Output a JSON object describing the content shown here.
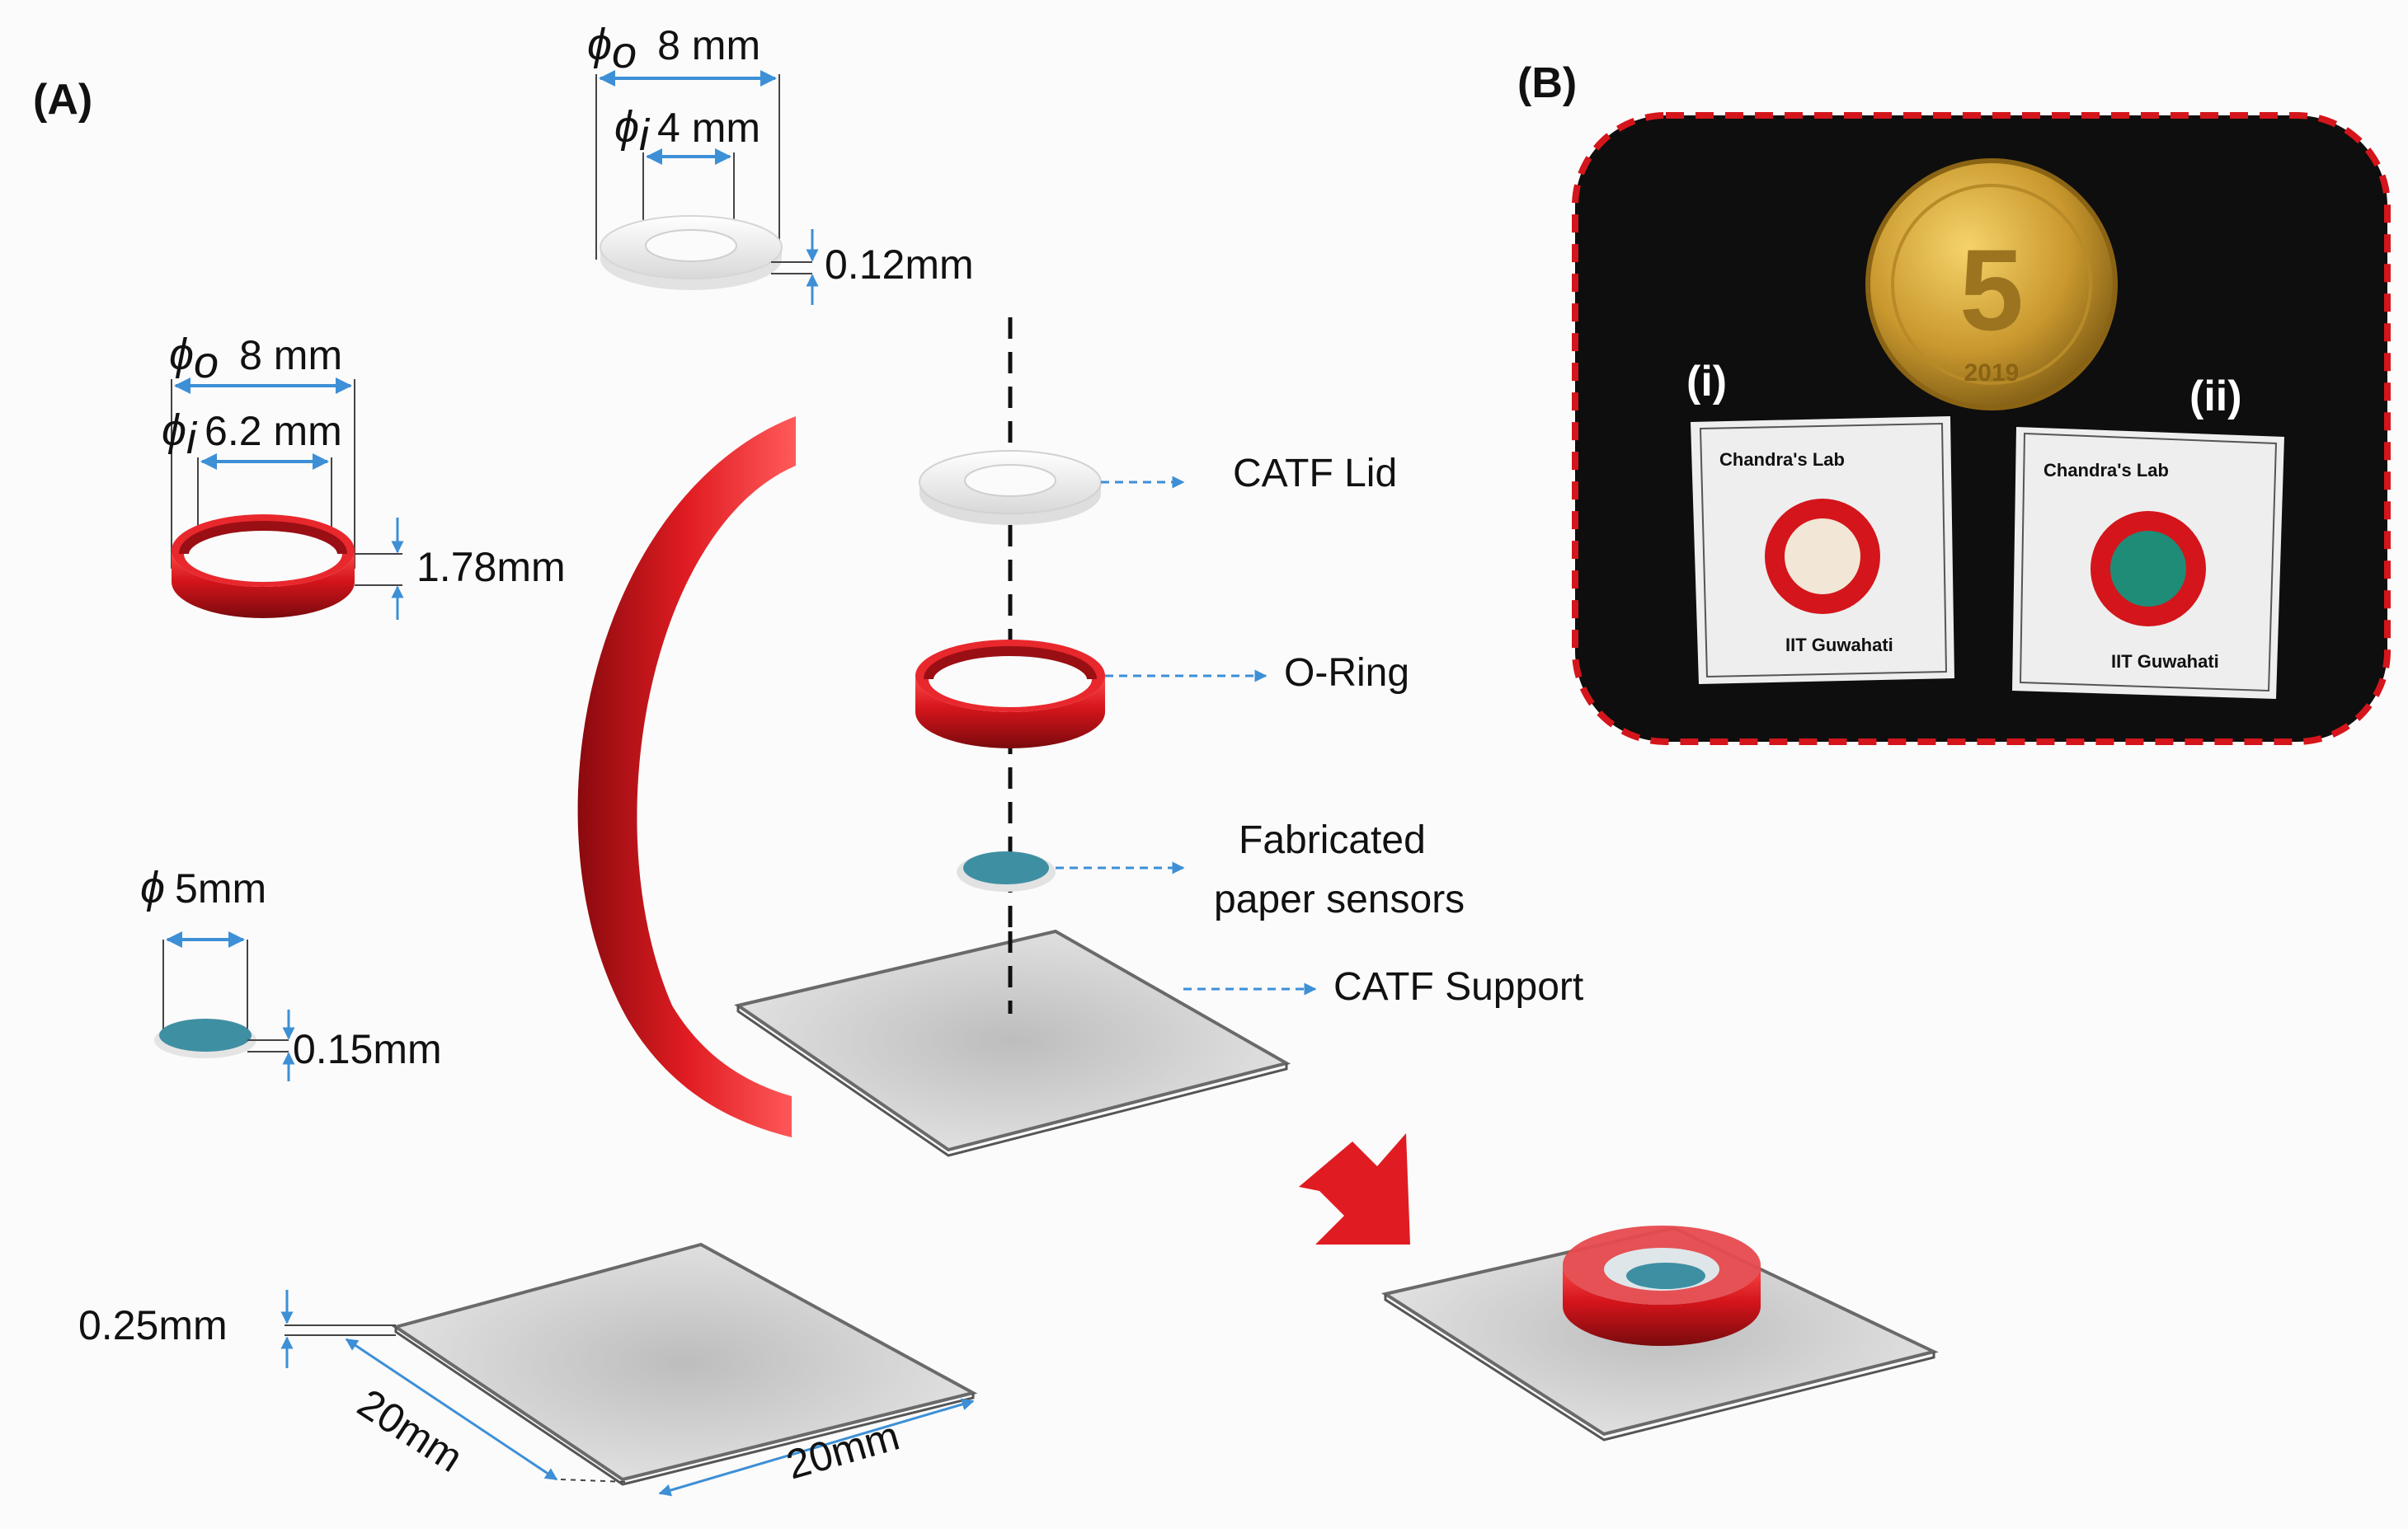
{
  "panels": {
    "a_label": "(A)",
    "b_label": "(B)"
  },
  "lid_dims": {
    "phi_o_symbol": "ϕ",
    "phi_o_sub": "o",
    "phi_o_value": "8 mm",
    "phi_i_symbol": "ϕ",
    "phi_i_sub": "i",
    "phi_i_value": "4 mm",
    "thickness": "0.12mm"
  },
  "oring_dims": {
    "phi_o_symbol": "ϕ",
    "phi_o_sub": "o",
    "phi_o_value": "8 mm",
    "phi_i_symbol": "ϕ",
    "phi_i_sub": "i",
    "phi_i_value": "6.2 mm",
    "height": "1.78mm"
  },
  "sensor_dims": {
    "phi_symbol": "ϕ",
    "phi_value": "5mm",
    "thickness": "0.15mm"
  },
  "support_dims": {
    "thickness": "0.25mm",
    "side_a": "20mm",
    "side_b": "20mm"
  },
  "callouts": {
    "lid": "CATF Lid",
    "oring": "O-Ring",
    "sensor_line1": "Fabricated",
    "sensor_line2": "paper sensors",
    "support": "CATF Support"
  },
  "photo": {
    "label_i": "(i)",
    "label_ii": "(ii)",
    "card_i_top": "Chandra's Lab",
    "card_i_bottom": "IIT Guwahati",
    "card_ii_top": "Chandra's Lab",
    "card_ii_bottom": "IIT Guwahati",
    "coin_value": "5",
    "coin_year": "2019"
  },
  "colors": {
    "accent_red": "#d4151b",
    "dimension_blue": "#3d8fd6",
    "sensor_teal": "#3f8fa3",
    "photo_bg": "#0e0e0e"
  }
}
